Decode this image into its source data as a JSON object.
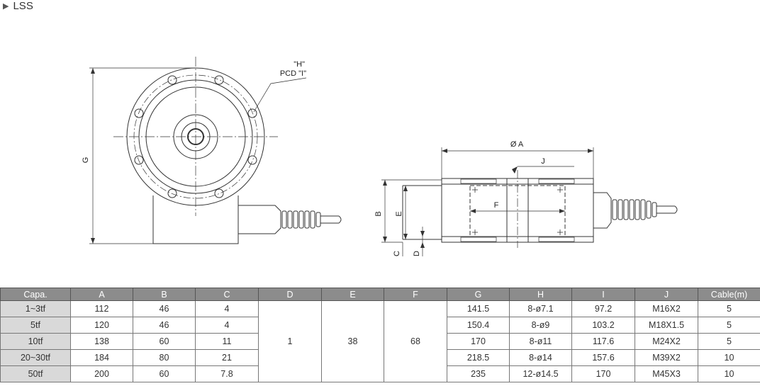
{
  "header": {
    "marker_icon": "triangle-right-icon",
    "title": "LSS"
  },
  "drawing_labels": {
    "h": "\"H\"",
    "pcd": "PCD \"I\"",
    "g": "G",
    "diameter_a": "Ø A",
    "j": "J",
    "f": "F",
    "b": "B",
    "e": "E",
    "c": "C",
    "d": "D"
  },
  "table": {
    "headers": [
      "Capa.",
      "A",
      "B",
      "C",
      "D",
      "E",
      "F",
      "G",
      "H",
      "I",
      "J",
      "Cable(m)"
    ],
    "shared": {
      "d": "1",
      "e": "38",
      "f": "68"
    },
    "rows": [
      {
        "capa": "1~3tf",
        "a": "112",
        "b": "46",
        "c": "4",
        "g": "141.5",
        "h": "8-ø7.1",
        "i": "97.2",
        "j": "M16X2",
        "cable": "5"
      },
      {
        "capa": "5tf",
        "a": "120",
        "b": "46",
        "c": "4",
        "g": "150.4",
        "h": "8-ø9",
        "i": "103.2",
        "j": "M18X1.5",
        "cable": "5"
      },
      {
        "capa": "10tf",
        "a": "138",
        "b": "60",
        "c": "11",
        "g": "170",
        "h": "8-ø11",
        "i": "117.6",
        "j": "M24X2",
        "cable": "5"
      },
      {
        "capa": "20~30tf",
        "a": "184",
        "b": "80",
        "c": "21",
        "g": "218.5",
        "h": "8-ø14",
        "i": "157.6",
        "j": "M39X2",
        "cable": "10"
      },
      {
        "capa": "50tf",
        "a": "200",
        "b": "60",
        "c": "7.8",
        "g": "235",
        "h": "12-ø14.5",
        "i": "170",
        "j": "M45X3",
        "cable": "10"
      }
    ]
  }
}
